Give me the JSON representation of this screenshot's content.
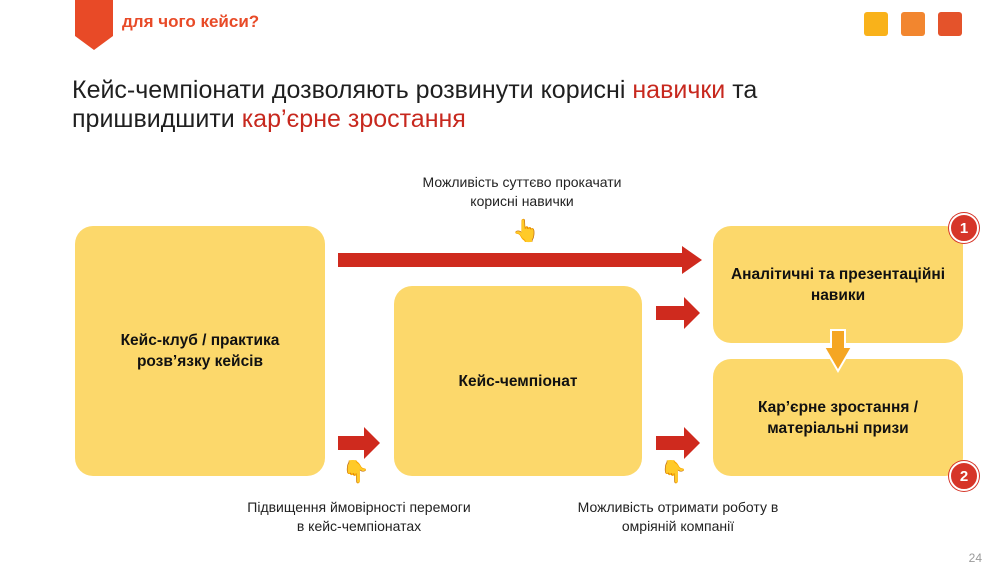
{
  "header": {
    "section_label": "для чого кейси?",
    "accent_squares": [
      "#f9b21a",
      "#f2862f",
      "#e4532b"
    ]
  },
  "headline": {
    "part1": "Кейс-чемпіонати дозволяють розвинути корисні ",
    "highlight1": "навички",
    "part2": " та",
    "part3": "пришвидшити ",
    "highlight2": "кар’єрне зростання"
  },
  "diagram": {
    "box_case_club": [
      "Кейс-клуб / практика",
      "розв’язку кейсів"
    ],
    "box_championship": "Кейс-чемпіонат",
    "box_skills": [
      "Аналітичні та презентаційні",
      "навики"
    ],
    "box_career": [
      "Кар’єрне зростання /",
      "матеріальні призи"
    ],
    "caption_top": [
      "Можливість суттєво прокачати",
      "корисні навички"
    ],
    "caption_bottom_left": [
      "Підвищення ймовірності перемоги",
      "в кейс-чемпіонатах"
    ],
    "caption_bottom_right": [
      "Можливість отримати роботу в",
      "омріяній компанії"
    ],
    "badge_1": "1",
    "badge_2": "2",
    "pointer_icon": "pointing-hand-icon",
    "colors": {
      "box_fill": "#fcd86b",
      "arrow_red": "#cf2a1e",
      "arrow_orange": "#f5a623",
      "accent": "#e84a27"
    }
  },
  "footer": {
    "page_number": "24"
  }
}
